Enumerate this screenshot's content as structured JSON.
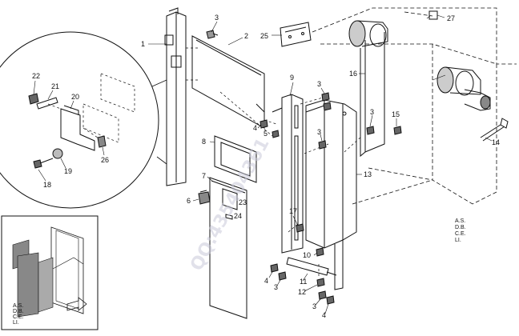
{
  "callouts": {
    "c1": "1",
    "c2": "2",
    "c3a": "3",
    "c25": "25",
    "c27": "27",
    "c16": "16",
    "c9": "9",
    "c3b": "3",
    "c4a": "4",
    "c5": "5",
    "c3c": "3",
    "c3d": "3",
    "c15": "15",
    "c14": "14",
    "c13": "13",
    "c8": "8",
    "c7": "7",
    "c6": "6",
    "c23": "23",
    "c24": "24",
    "c17": "17",
    "c10": "10",
    "c4b": "4",
    "c3e": "3",
    "c11": "11",
    "c12": "12",
    "c3f": "3",
    "c4c": "4",
    "c22": "22",
    "c21": "21",
    "c20": "20",
    "c26": "26",
    "c19": "19",
    "c18": "18"
  },
  "note_main": [
    "A.S.",
    "D.B.",
    "C.E.",
    "LI."
  ],
  "note_inset": [
    "A.S.",
    "D.B.",
    "C.E.",
    "LI."
  ],
  "watermark": "QQ:435404361"
}
